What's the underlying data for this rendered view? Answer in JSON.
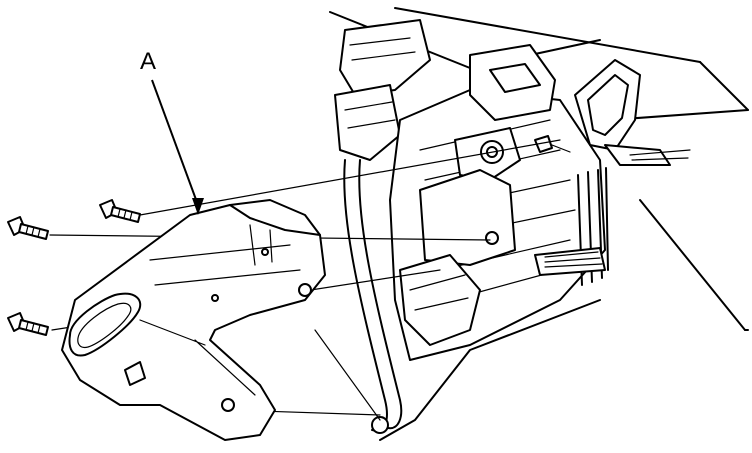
{
  "diagram": {
    "callout": {
      "label": "A"
    },
    "parts": [
      "bracket-cover",
      "bolt-upper",
      "bolt-left",
      "bolt-lower",
      "steering-column-housing",
      "connectors",
      "wire-harness"
    ],
    "colors": {
      "line": "#000000",
      "background": "#ffffff"
    }
  }
}
